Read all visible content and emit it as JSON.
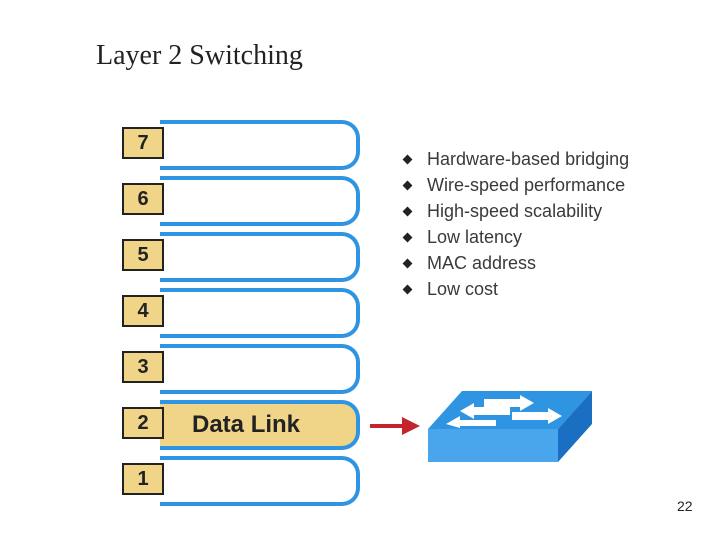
{
  "title": "Layer 2 Switching",
  "layers": [
    {
      "number": "7",
      "name": ""
    },
    {
      "number": "6",
      "name": ""
    },
    {
      "number": "5",
      "name": ""
    },
    {
      "number": "4",
      "name": ""
    },
    {
      "number": "3",
      "name": ""
    },
    {
      "number": "2",
      "name": "Data Link"
    },
    {
      "number": "1",
      "name": ""
    }
  ],
  "features": [
    "Hardware-based bridging",
    "Wire-speed performance",
    "High-speed scalability",
    "Low latency",
    "MAC address",
    "Low cost"
  ],
  "slide_number": "22",
  "colors": {
    "layer_outline": "#2f95e2",
    "highlight": "#f0d488",
    "arrow": "#c4252c",
    "switch_top": "#2f95e2",
    "switch_front": "#4aa6ec",
    "switch_side": "#1b6fc2"
  },
  "icons": {
    "arrow": "red-arrow-icon",
    "device": "layer2-switch-icon"
  }
}
